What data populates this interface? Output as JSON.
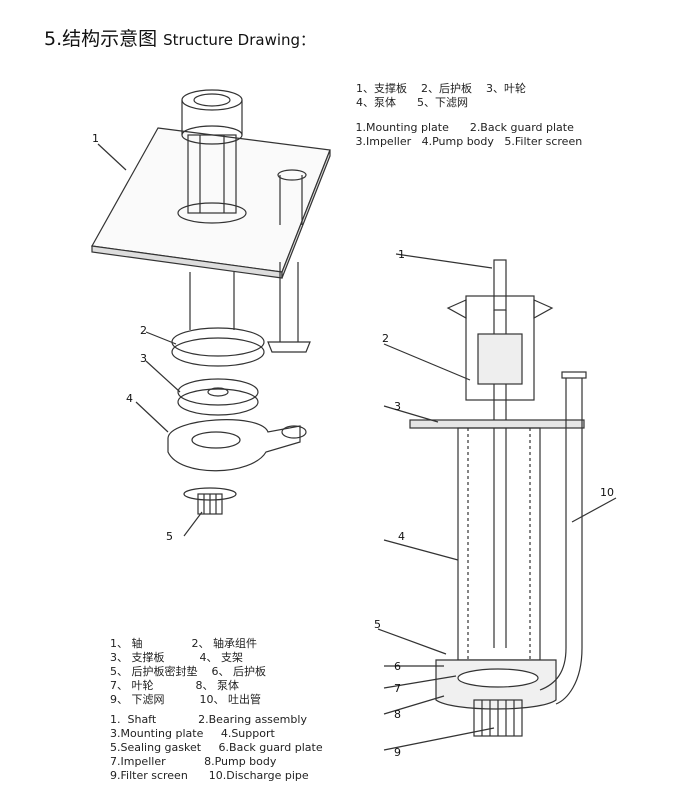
{
  "title": {
    "cn": "5.结构示意图",
    "en": "Structure Drawing：",
    "full": "5.结构示意图 Structure Drawing："
  },
  "legend_top_cn": "1、支撑板    2、后护板    3、叶轮\n4、泵体      5、下滤网",
  "legend_top_en": " 1.Mounting plate      2.Back guard plate\n 3.Impeller   4.Pump body   5.Filter screen",
  "legend_bottom_cn": "1、 轴              2、 轴承组件\n3、 支撑板          4、 支架\n5、 后护板密封垫    6、 后护板\n7、 叶轮            8、 泵体\n9、 下滤网          10、 吐出管",
  "legend_bottom_en": "1.  Shaft            2.Bearing assembly\n3.Mounting plate     4.Support\n5.Sealing gasket     6.Back guard plate\n7.Impeller           8.Pump body\n9.Filter screen      10.Discharge pipe",
  "callouts_left": [
    "1",
    "2",
    "3",
    "4",
    "5"
  ],
  "callouts_right": [
    "1",
    "2",
    "3",
    "4",
    "5",
    "6",
    "7",
    "8",
    "9",
    "10"
  ],
  "colors": {
    "line": "#333333",
    "light": "#bdbdbd",
    "shade": "#dcdcdc"
  }
}
